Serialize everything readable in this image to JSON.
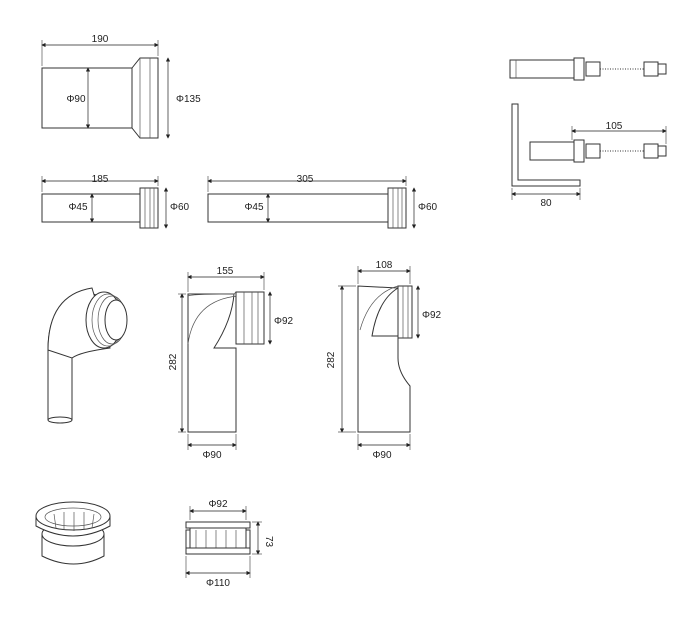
{
  "dims": {
    "d1_len": "190",
    "d1_dia_a": "Φ90",
    "d1_dia_b": "Φ135",
    "d2_len": "185",
    "d2_dia_a": "Φ45",
    "d2_dia_b": "Φ60",
    "d3_len": "305",
    "d3_dia_a": "Φ45",
    "d3_dia_b": "Φ60",
    "bolt_len": "105",
    "bracket_len": "80",
    "bend_w": "155",
    "bend_h": "282",
    "bend_dia_top": "Φ92",
    "bend_dia_bottom": "Φ90",
    "offset_w": "108",
    "offset_h": "282",
    "offset_dia_top": "Φ92",
    "offset_dia_bottom": "Φ90",
    "collar_dia_top": "Φ92",
    "collar_h": "73",
    "collar_dia_bottom": "Φ110"
  }
}
